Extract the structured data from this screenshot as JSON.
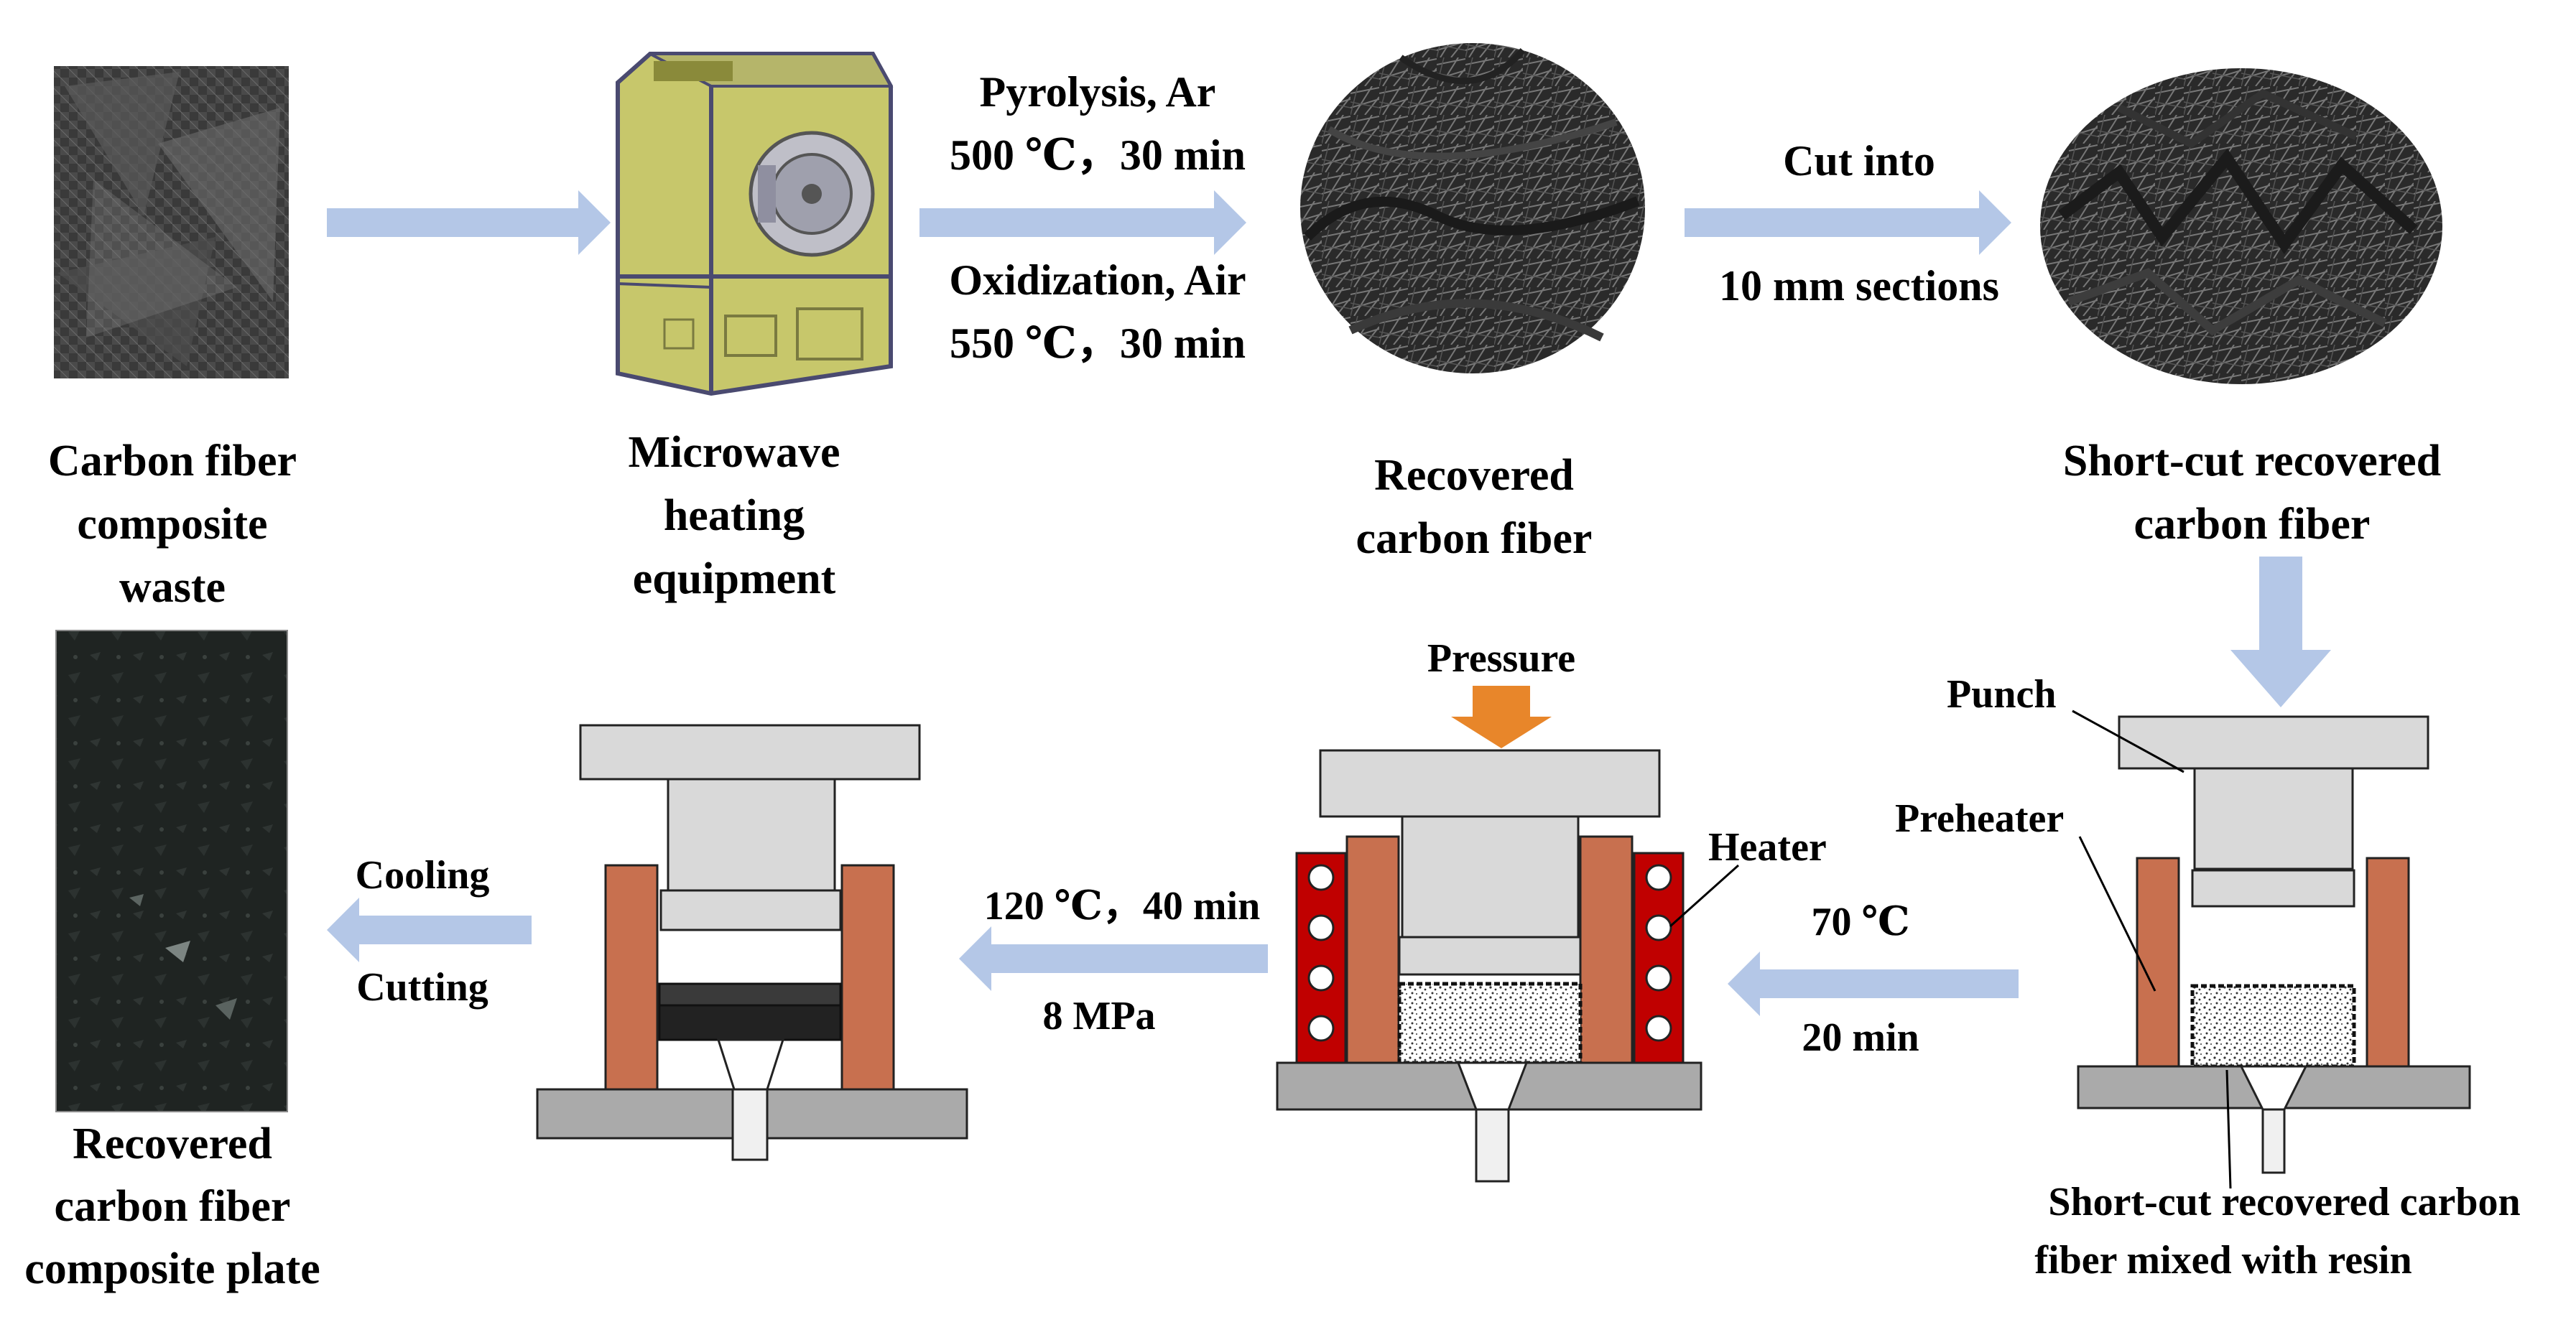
{
  "colors": {
    "arrow": "#b4c7e7",
    "pressure_arrow": "#e8862a",
    "die_gray": "#d9d9d9",
    "base_gray": "#aaaaaa",
    "post_copper": "#c8704f",
    "heater_red": "#c00000",
    "dark_layer": "#2b2b2b"
  },
  "top_row": {
    "waste_label": [
      "Carbon fiber",
      "composite",
      "waste"
    ],
    "microwave_label": [
      "Microwave",
      "heating",
      "equipment"
    ],
    "pyro_line1": "Pyrolysis, Ar",
    "pyro_line2": "500 ℃，30 min",
    "oxid_line1": "Oxidization, Air",
    "oxid_line2": "550 ℃，30 min",
    "recovered_label": [
      "Recovered",
      "carbon fiber"
    ],
    "cut_line1": "Cut into",
    "cut_line2": "10 mm sections",
    "shortcut_label": [
      "Short-cut recovered",
      "carbon fiber"
    ]
  },
  "bottom_row": {
    "punch": "Punch",
    "preheater": "Preheater",
    "mixed_label": [
      "Short-cut recovered carbon",
      "fiber mixed with resin"
    ],
    "step1_temp": "70 ℃",
    "step1_time": "20 min",
    "pressure": "Pressure",
    "heater": "Heater",
    "step2_temp": "120 ℃，40 min",
    "step2_pressure": "8 MPa",
    "cooling": "Cooling",
    "cutting": "Cutting",
    "plate_label": [
      "Recovered",
      "carbon fiber",
      "composite plate"
    ]
  }
}
